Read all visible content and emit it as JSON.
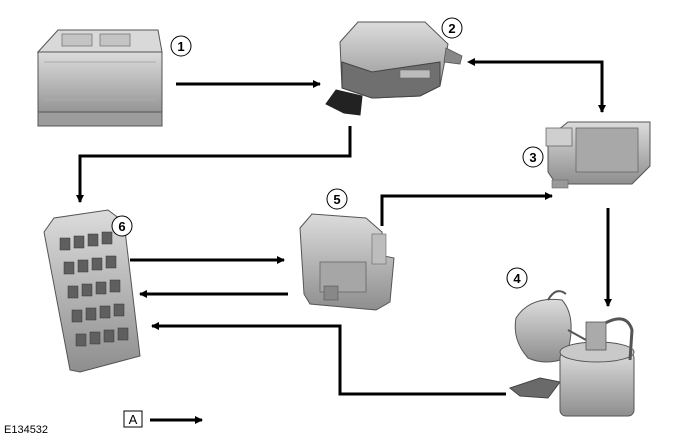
{
  "diagram": {
    "components": [
      {
        "id": "battery",
        "label": "1"
      },
      {
        "id": "module-2",
        "label": "2"
      },
      {
        "id": "module-3",
        "label": "3"
      },
      {
        "id": "fuel-pump",
        "label": "4"
      },
      {
        "id": "ecm",
        "label": "5"
      },
      {
        "id": "fuse-box",
        "label": "6"
      }
    ],
    "legend": {
      "key": "A"
    },
    "figure_id": "E134532"
  }
}
